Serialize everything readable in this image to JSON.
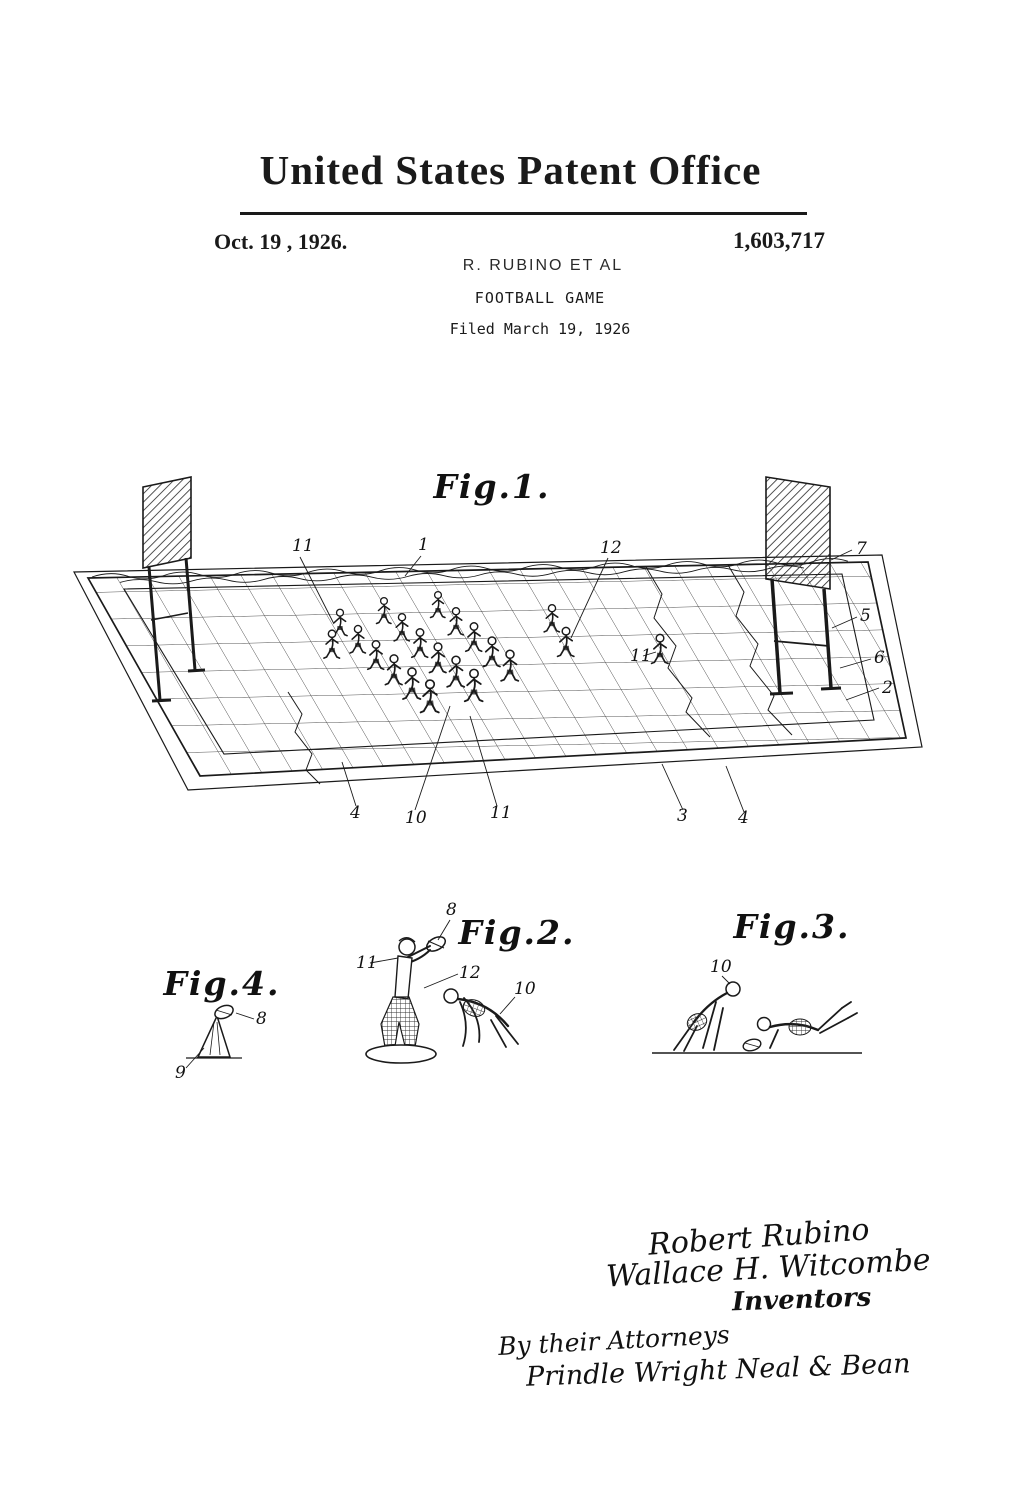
{
  "header": {
    "office": "United States Patent Office",
    "date": "Oct. 19 , 1926.",
    "patent_number": "1,603,717",
    "inventors": "R. RUBINO ET AL",
    "title": "FOOTBALL GAME",
    "filed": "Filed March 19, 1926"
  },
  "figures": {
    "fig1": {
      "label": "Fig.1.",
      "refs": {
        "r11a": "11",
        "r1": "1",
        "r12": "12",
        "r7": "7",
        "r5": "5",
        "r6": "6",
        "r2": "2",
        "r11b": "11",
        "r4a": "4",
        "r10": "10",
        "r11c": "11",
        "r3": "3",
        "r4b": "4"
      }
    },
    "fig2": {
      "label": "Fig.2.",
      "refs": {
        "r8": "8",
        "r11": "11",
        "r12": "12",
        "r10": "10"
      }
    },
    "fig3": {
      "label": "Fig.3.",
      "refs": {
        "r10": "10"
      }
    },
    "fig4": {
      "label": "Fig.4.",
      "refs": {
        "r8": "8",
        "r9": "9"
      }
    }
  },
  "signatures": {
    "inventor1": "Robert Rubino",
    "inventor2": "Wallace H. Witcombe",
    "inventors_label": "Inventors",
    "attorney_intro": "By their Attorneys",
    "attorneys": "Prindle Wright Neal & Bean"
  },
  "colors": {
    "ink": "#1a1a1a",
    "paper": "#ffffff"
  }
}
